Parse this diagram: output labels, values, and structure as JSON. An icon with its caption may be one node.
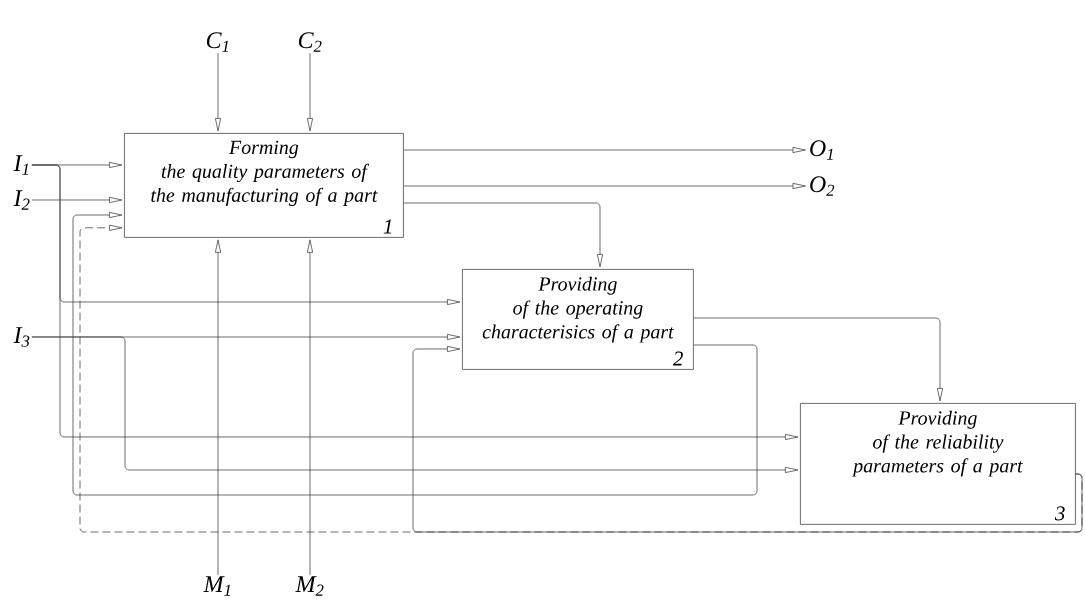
{
  "diagram": {
    "nodes": [
      {
        "text": [
          "C$_{1}$"
        ]
      },
      {
        "text": [
          "C$_{2}$"
        ]
      },
      {
        "text": [
          "I$_{1}$"
        ]
      },
      {
        "text": [
          "I$_{2}$"
        ]
      },
      {
        "text": [
          "Forming",
          "the quality parameters of the manufacturing of a part",
          "1"
        ]
      },
      {
        "text": [
          "O$_{1}$"
        ]
      },
      {
        "text": [
          "O$_{2}$"
        ]
      },
      {
        "text": [
          "Providing",
          "of the operating characterisics of a part",
          "2"
        ]
      },
      {
        "text": [
          "I$_{3}$"
        ]
      },
      {
        "text": [
          "Providing",
          "of the reliability parameters of a part",
          "3"
        ]
      },
      {
        "text": [
          "M$_{1}$"
        ]
      },
      {
        "text": [
          "M$_{2}$"
        ]
      }
    ],
    "edges": [
      {
        "from": 0,
        "to": 4,
        "arrow": "to"
      },
      {
        "from": 1,
        "to": 4,
        "arrow": "to"
      },
      {
        "from": 10,
        "to": 4,
        "arrow": "to"
      },
      {
        "from": 11,
        "to": 4,
        "arrow": "to"
      },
      {
        "from": 2,
        "to": 4,
        "arrow": "to"
      },
      {
        "from": 2,
        "to": 7,
        "arrow": "to"
      },
      {
        "from": 2,
        "to": 9,
        "arrow": "to"
      },
      {
        "from": 3,
        "to": 4,
        "arrow": "to"
      },
      {
        "from": 8,
        "to": 7,
        "arrow": "to"
      },
      {
        "from": 8,
        "to": 9,
        "arrow": "to"
      },
      {
        "from": 4,
        "to": 5,
        "arrow": "to"
      },
      {
        "from": 4,
        "to": 6,
        "arrow": "to"
      },
      {
        "from": 4,
        "to": 7,
        "arrow": "to"
      },
      {
        "from": 7,
        "to": 9,
        "arrow": "to"
      },
      {
        "from": 7,
        "to": 4,
        "arrow": "to"
      },
      {
        "from": 9,
        "to": 7,
        "arrow": "to"
      },
      {
        "from": 9,
        "to": 4,
        "arrow": "to",
        "style": "dashed"
      }
    ]
  }
}
